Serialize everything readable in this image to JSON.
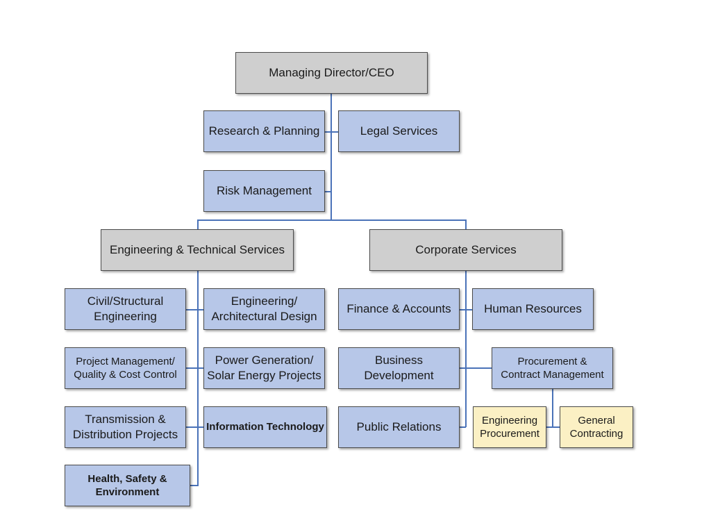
{
  "colors": {
    "connector": "#4a72b8",
    "executive_box": "#cfcfcf",
    "department_box": "#b7c7e8",
    "sub_unit_box": "#fbf0c4"
  },
  "org_chart": {
    "ceo": "Managing Director/CEO",
    "staff_units": {
      "research_planning": "Research & Planning",
      "legal_services": "Legal Services",
      "risk_management": "Risk Management"
    },
    "engineering_division": {
      "title": "Engineering & Technical Services",
      "units": {
        "civil_structural": "Civil/Structural\nEngineering",
        "engineering_architectural": "Engineering/\nArchitectural Design",
        "project_management": "Project Management/\nQuality & Cost Control",
        "power_generation": "Power Generation/\nSolar Energy Projects",
        "transmission_distribution": "Transmission &\nDistribution Projects",
        "information_technology": "Information Technology",
        "health_safety": "Health, Safety &\nEnvironment"
      }
    },
    "corporate_division": {
      "title": "Corporate Services",
      "units": {
        "finance_accounts": "Finance & Accounts",
        "human_resources": "Human Resources",
        "business_development": "Business\nDevelopment",
        "procurement_contract": "Procurement &\nContract Management",
        "public_relations": "Public Relations",
        "engineering_procurement": "Engineering\nProcurement",
        "general_contracting": "General\nContracting"
      }
    }
  }
}
